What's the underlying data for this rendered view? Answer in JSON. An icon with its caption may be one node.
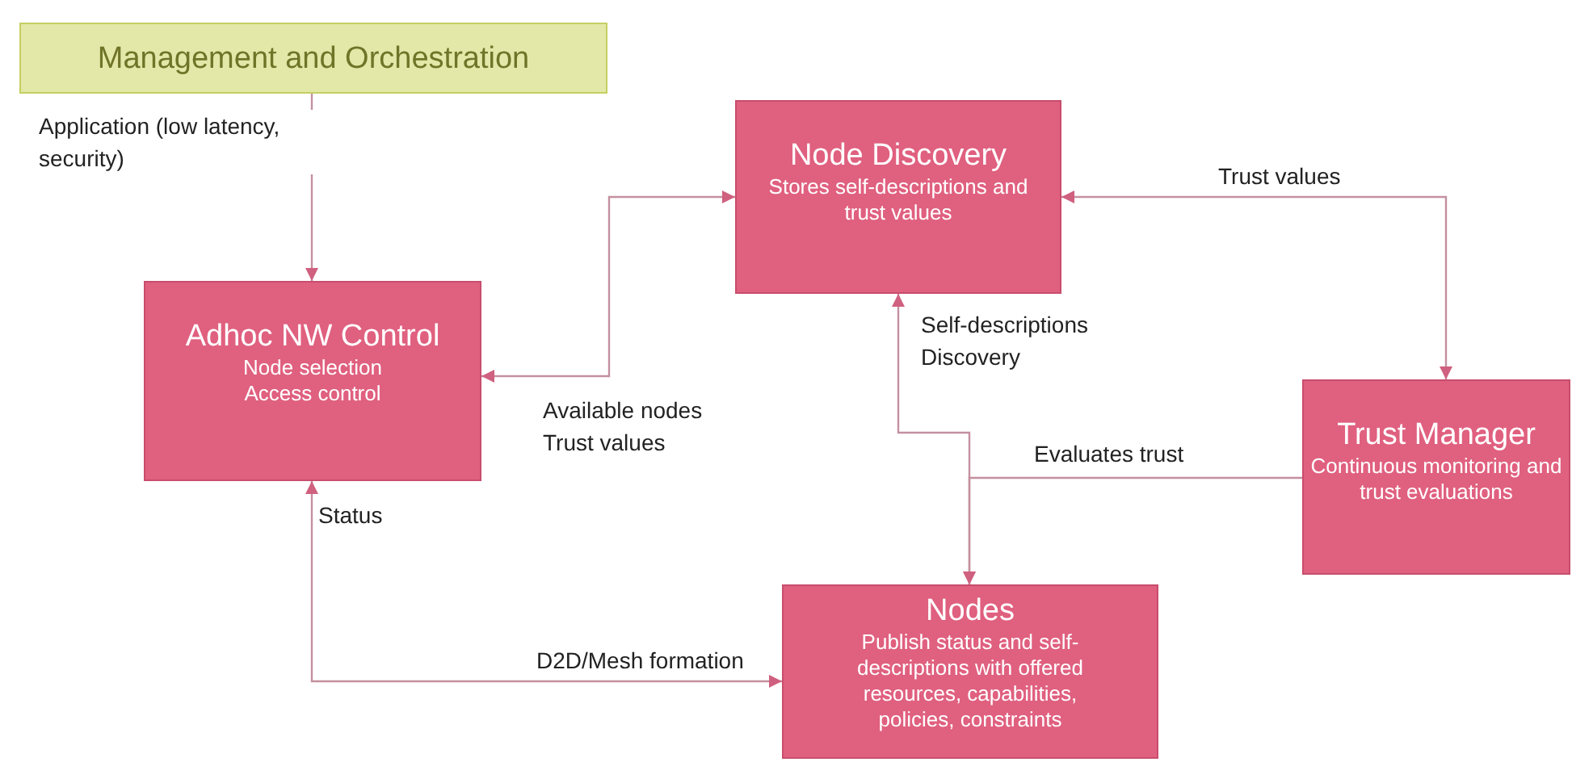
{
  "diagram": {
    "nodes": [
      {
        "text": [
          "Management and Orchestration"
        ]
      },
      {
        "text": [
          "Adhoc NW Control",
          "Node selection Access control"
        ]
      },
      {
        "text": [
          "Node Discovery",
          "Stores self-descriptions and trust values"
        ]
      },
      {
        "text": [
          "Trust Manager",
          "Continuous monitoring and trust evaluations"
        ]
      },
      {
        "text": [
          "Nodes",
          "Publish status and self-descriptions with offered resources, capabilities, policies, constraints"
        ]
      }
    ],
    "edges": [
      {
        "from": 0,
        "to": 1,
        "arrow": "to",
        "label": "Application (low latency, security)"
      },
      {
        "from": 1,
        "to": 2,
        "arrow": "both",
        "label": "Available nodes Trust values"
      },
      {
        "from": 2,
        "to": 3,
        "arrow": "both",
        "label": "Trust values"
      },
      {
        "from": 2,
        "to": 4,
        "arrow": "both",
        "label": "Self-descriptions Discovery"
      },
      {
        "from": 3,
        "to": 4,
        "arrow": "to",
        "label": "Evaluates trust"
      },
      {
        "from": 1,
        "to": 4,
        "arrow": "both",
        "label": "D2D/Mesh formation"
      }
    ],
    "labels": [
      "Status"
    ]
  }
}
